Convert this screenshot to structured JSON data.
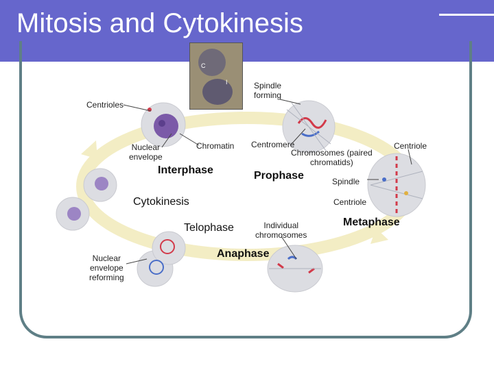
{
  "title": "Mitosis and Cytokinesis",
  "labels": {
    "spindle_forming": [
      "Spindle",
      "forming"
    ],
    "centrioles": "Centrioles",
    "nuclear_envelope": [
      "Nuclear",
      "envelope"
    ],
    "chromatin": "Chromatin",
    "centromere": "Centromere",
    "chromosomes_paired": [
      "Chromosomes (paired",
      "chromatids)"
    ],
    "centriole_right": "Centriole",
    "spindle": "Spindle",
    "centriole_lower": "Centriole",
    "individual_chromosomes": [
      "Individual",
      "chromosomes"
    ],
    "nuclear_envelope_reforming": [
      "Nuclear",
      "envelope",
      "reforming"
    ]
  },
  "phases": {
    "interphase": "Interphase",
    "prophase": "Prophase",
    "metaphase": "Metaphase",
    "anaphase": "Anaphase",
    "telophase": "Telophase",
    "cytokinesis": "Cytokinesis"
  },
  "micrograph_letters": [
    "C",
    "I"
  ],
  "colors": {
    "title_bar": "#6666cc",
    "frame": "#5f7f86",
    "cycle_arrow": "#f3edc4",
    "cell": "#dcdde2",
    "nucleus": "#7b5aa8",
    "chromosome_red": "#d23a4a",
    "chromosome_blue": "#4a6ec8"
  }
}
